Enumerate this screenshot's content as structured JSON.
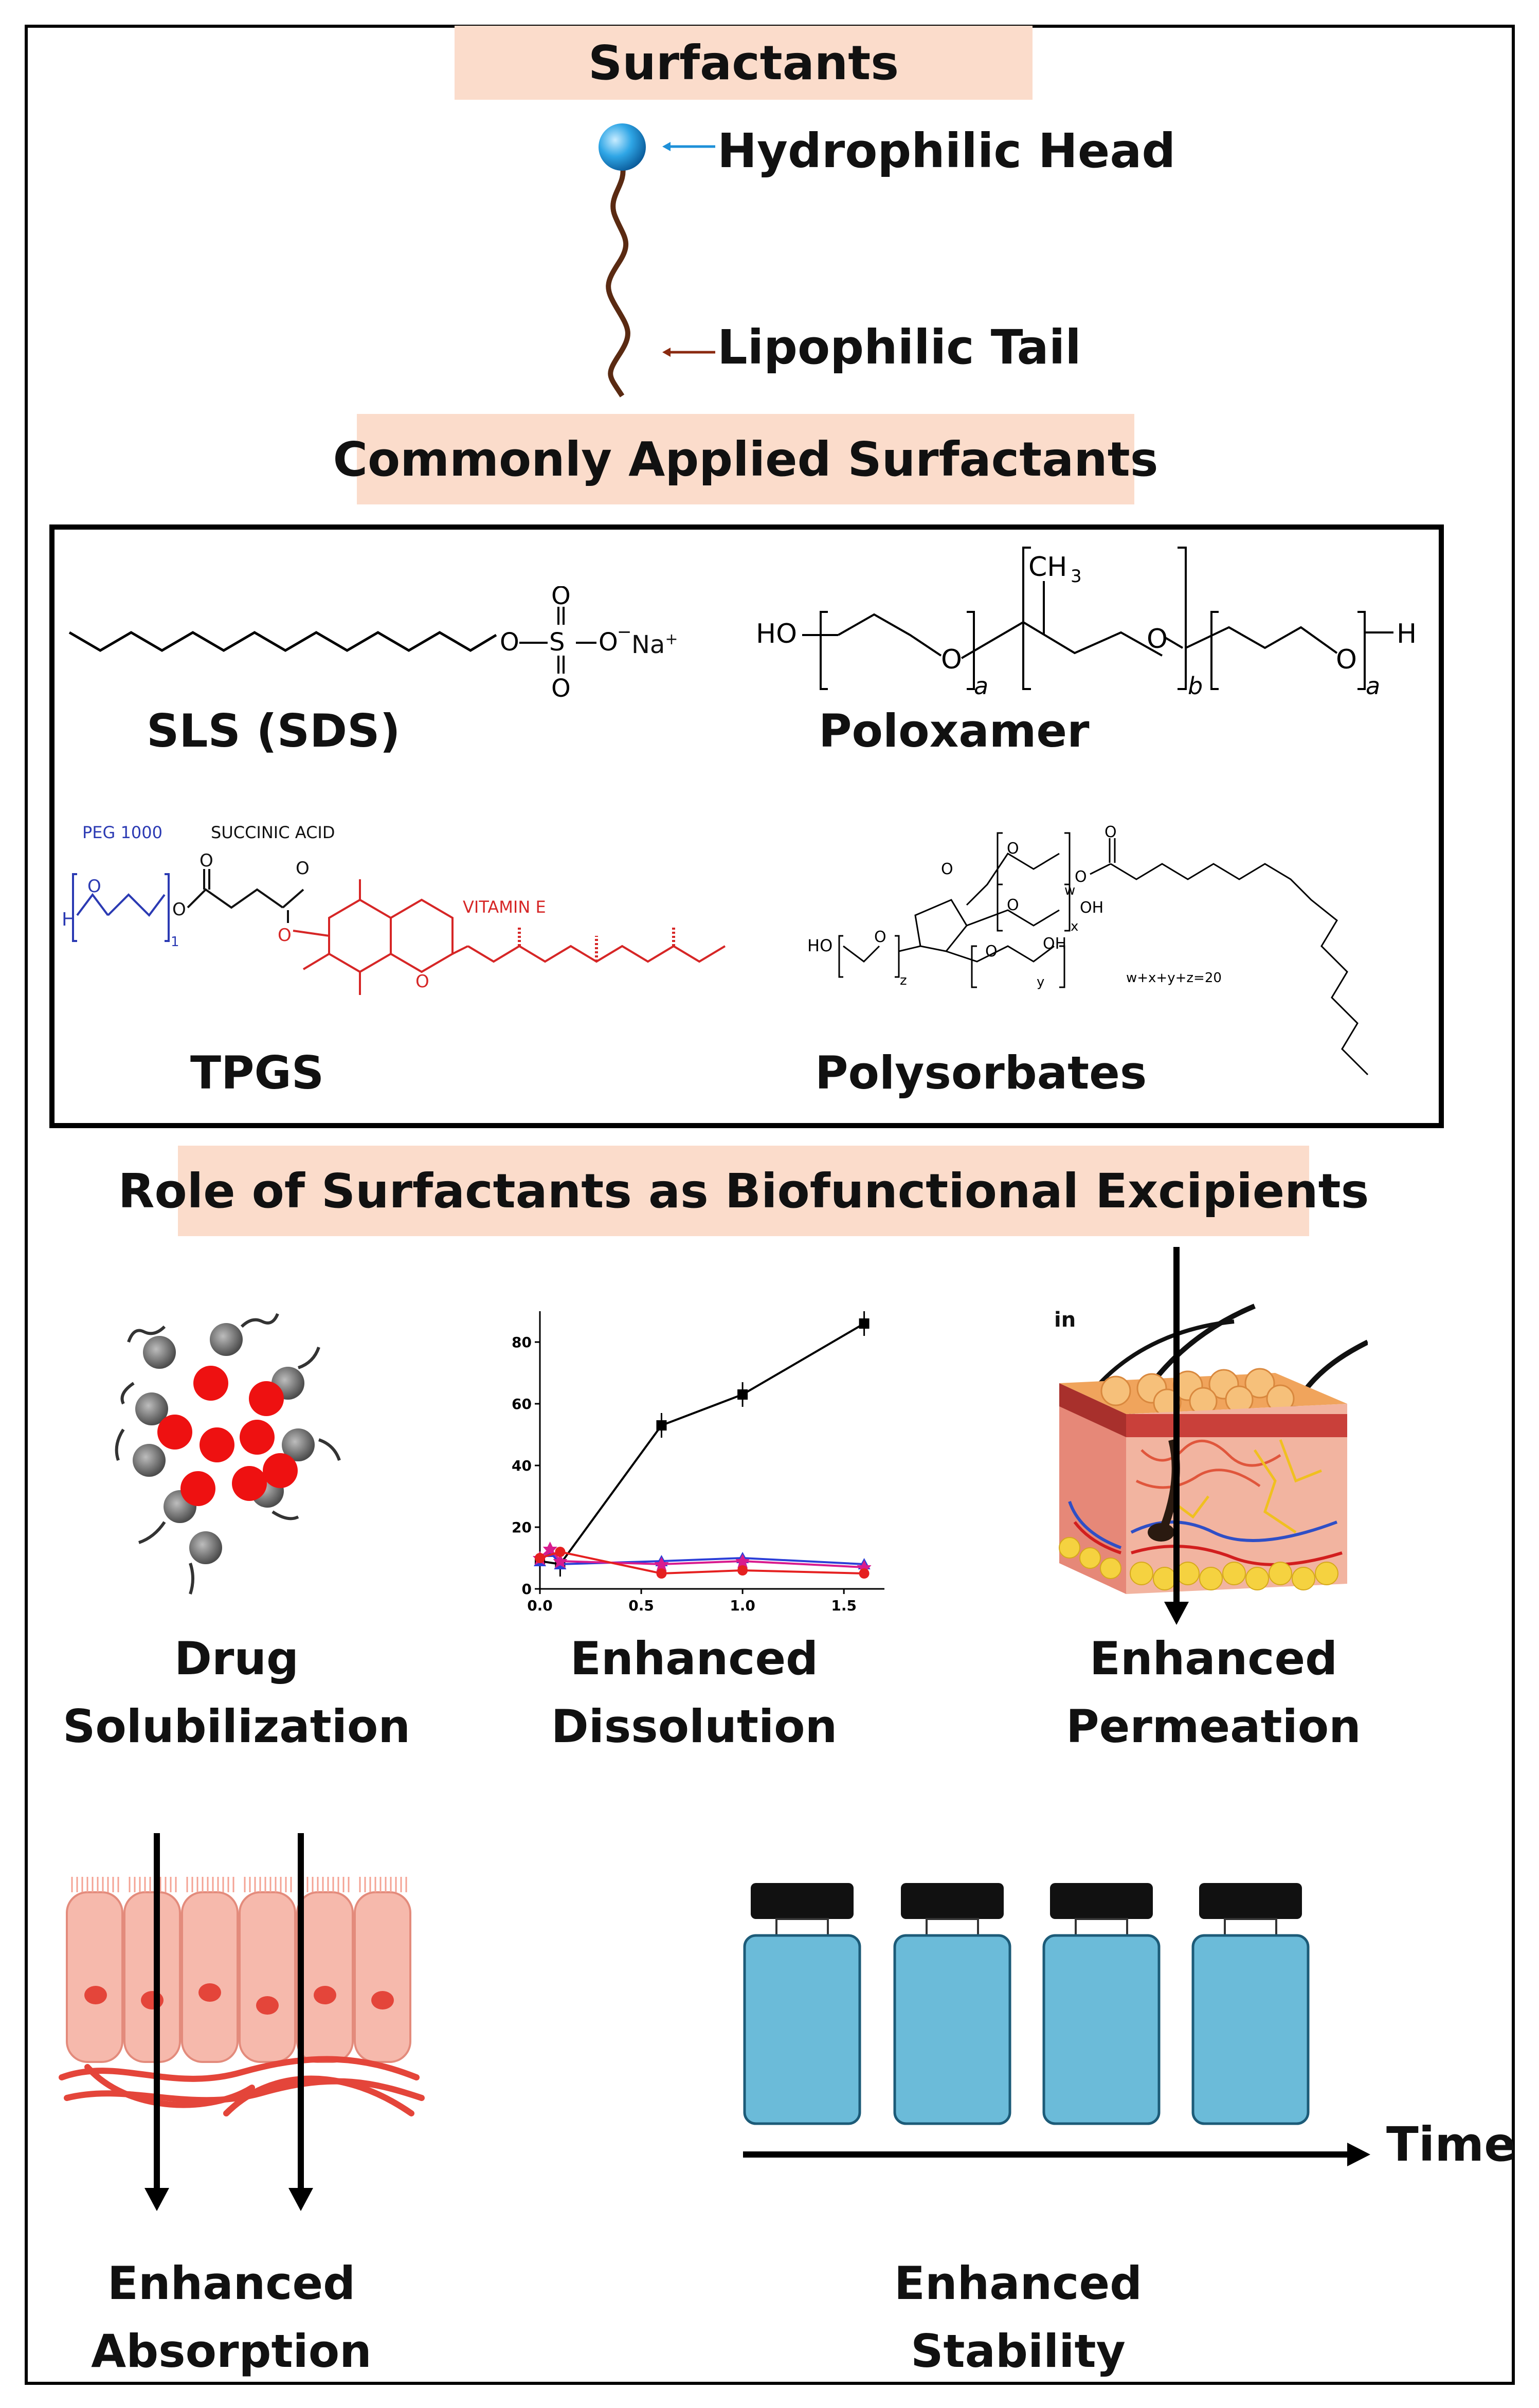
{
  "header": {
    "title": "Surfactants",
    "head_label": "Hydrophilic Head",
    "tail_label": "Lipophilic Tail"
  },
  "common": {
    "title": "Commonly Applied Surfactants",
    "sls": {
      "name": "SLS (SDS)",
      "atoms": {
        "o1": "O",
        "o2": "O",
        "s": "S",
        "o3": "O",
        "o4": "O",
        "minus": "−",
        "na": "Na",
        "plus": "+"
      }
    },
    "poloxamer": {
      "name": "Poloxamer",
      "atoms": {
        "ho": "HO",
        "ch3": "CH",
        "sub3": "3",
        "o": "O",
        "h": "H",
        "a": "a",
        "b": "b"
      }
    },
    "tpgs": {
      "name": "TPGS",
      "peg": "PEG 1000",
      "succinic": "SUCCINIC ACID",
      "vitamin": "VITAMIN E",
      "atoms": {
        "h": "H",
        "o": "O",
        "one": "1"
      }
    },
    "polysorbates": {
      "name": "Polysorbates",
      "formula": "w+x+y+z=20",
      "atoms": {
        "ho": "HO",
        "oh": "OH",
        "o": "O",
        "w": "w",
        "x": "x",
        "y": "y",
        "z": "z"
      }
    }
  },
  "roles": {
    "title": "Role of Surfactants as Biofunctional Excipients",
    "solubilization": {
      "line1": "Drug",
      "line2": "Solubilization"
    },
    "dissolution": {
      "line1": "Enhanced",
      "line2": "Dissolution"
    },
    "permeation": {
      "line1": "Enhanced",
      "line2": "Permeation",
      "corner": "in"
    },
    "absorption": {
      "line1": "Enhanced",
      "line2": "Absorption"
    },
    "stability": {
      "line1": "Enhanced",
      "line2": "Stability",
      "axis_label": "Time"
    }
  },
  "chart_data": {
    "type": "line",
    "x_ticks": [
      "0.0",
      "0.5",
      "1.0",
      "1.5"
    ],
    "y_ticks": [
      "0",
      "20",
      "40",
      "60",
      "80"
    ],
    "xlim": [
      0,
      1.7
    ],
    "ylim": [
      0,
      90
    ],
    "series": [
      {
        "color": "#000000",
        "marker": "square",
        "x": [
          0.0,
          0.1,
          0.6,
          1.0,
          1.6
        ],
        "y": [
          9,
          8,
          53,
          63,
          86
        ]
      },
      {
        "color": "#2c3fd8",
        "marker": "triangle",
        "x": [
          0.0,
          0.05,
          0.1,
          0.6,
          1.0,
          1.6
        ],
        "y": [
          9,
          12,
          8,
          9,
          10,
          8
        ]
      },
      {
        "color": "#d81b8e",
        "marker": "star",
        "x": [
          0.0,
          0.05,
          0.1,
          0.6,
          1.0,
          1.6
        ],
        "y": [
          10,
          13,
          9,
          8,
          9,
          7
        ]
      },
      {
        "color": "#e52020",
        "marker": "circle",
        "x": [
          0.0,
          0.1,
          0.6,
          1.0,
          1.6
        ],
        "y": [
          10,
          12,
          5,
          6,
          5
        ]
      }
    ]
  }
}
